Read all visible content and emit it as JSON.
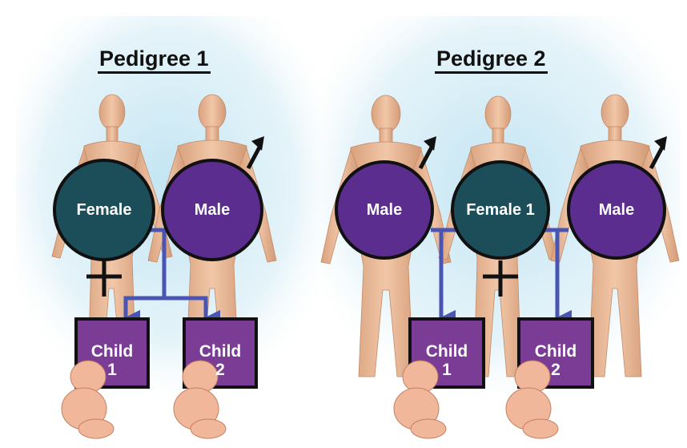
{
  "pedigrees": [
    {
      "title": "Pedigree 1",
      "parents": [
        {
          "label": "Female",
          "sex": "female"
        },
        {
          "label": "Male",
          "sex": "male"
        }
      ],
      "children": [
        {
          "label": "Child",
          "number": "1"
        },
        {
          "label": "Child",
          "number": "2"
        }
      ]
    },
    {
      "title": "Pedigree 2",
      "parents": [
        {
          "label": "Male",
          "sex": "male"
        },
        {
          "label": "Female 1",
          "sex": "female"
        },
        {
          "label": "Male",
          "sex": "male"
        }
      ],
      "children": [
        {
          "label": "Child",
          "number": "1"
        },
        {
          "label": "Child",
          "number": "2"
        }
      ]
    }
  ],
  "colors": {
    "female_fill": "#1c4e5a",
    "male_fill": "#5b2d8e",
    "child_fill": "#7a3c95",
    "connector": "#4a55b3",
    "outline": "#111111",
    "glow": "#cfeaf4",
    "skin": "#e7b896"
  }
}
